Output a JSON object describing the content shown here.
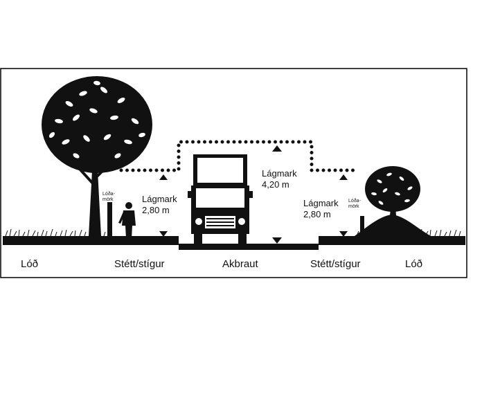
{
  "labels": {
    "lod_left": "Lóð",
    "lod_right": "Lóð",
    "sidewalk_left": "Stétt/stígur",
    "sidewalk_right": "Stétt/stígur",
    "roadway": "Akbraut",
    "boundary_left_line1": "Lóða-",
    "boundary_left_line2": "mörk",
    "boundary_right_line1": "Lóða-",
    "boundary_right_line2": "mörk",
    "clearance_left_line1": "Lágmark",
    "clearance_left_line2": "2,80 m",
    "clearance_center_line1": "Lágmark",
    "clearance_center_line2": "4,20 m",
    "clearance_right_line1": "Lágmark",
    "clearance_right_line2": "2,80 m"
  },
  "colors": {
    "ink": "#111111",
    "frame": "#000000",
    "background": "#ffffff"
  }
}
